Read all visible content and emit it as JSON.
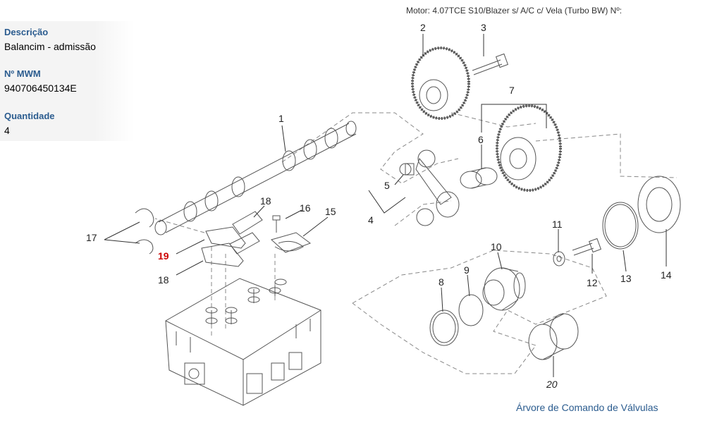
{
  "header": {
    "motor": "Motor: 4.07TCE S10/Blazer s/ A/C c/ Vela (Turbo BW)   Nº:"
  },
  "info": {
    "description_label": "Descrição",
    "description_value": "Balancim - admissão",
    "mwm_label": "Nº MWM",
    "mwm_value": "940706450134E",
    "quantity_label": "Quantidade",
    "quantity_value": "4"
  },
  "callouts": {
    "c1": "1",
    "c2": "2",
    "c3": "3",
    "c4": "4",
    "c5": "5",
    "c6": "6",
    "c7": "7",
    "c8": "8",
    "c9": "9",
    "c10": "10",
    "c11": "11",
    "c12": "12",
    "c13": "13",
    "c14": "14",
    "c15": "15",
    "c16": "16",
    "c17": "17",
    "c18a": "18",
    "c18b": "18",
    "c19": "19",
    "c20": "20"
  },
  "colors": {
    "label_blue": "#2b5c8f",
    "highlight_red": "#cc0000"
  },
  "footer": {
    "title": "Árvore de Comando de Válvulas"
  }
}
